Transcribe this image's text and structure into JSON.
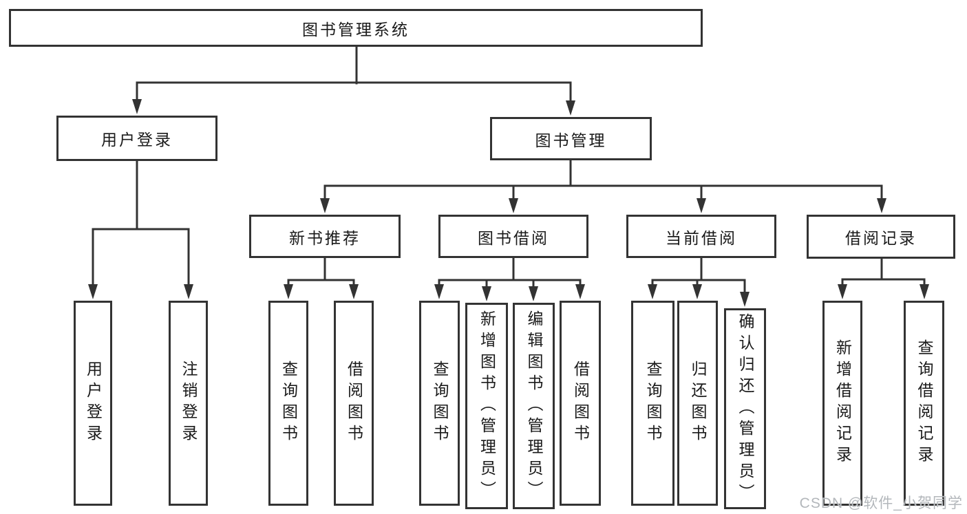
{
  "diagram": {
    "type": "hierarchy-tree",
    "title": "图书管理系统",
    "colors": {
      "line": "#333333",
      "box_border": "#333333",
      "box_background": "#ffffff",
      "text": "#1a1a1a",
      "watermark": "#b3b7bb"
    },
    "nodes": {
      "root": "图书管理系统",
      "user_login": "用户登录",
      "book_mgmt": "图书管理",
      "new_book_rec": "新书推荐",
      "book_borrow": "图书借阅",
      "current_borrow": "当前借阅",
      "borrow_records": "借阅记录",
      "login": "用户登录",
      "logout": "注销登录",
      "rec_query": "查询图书",
      "rec_borrow": "借阅图书",
      "bb_query": "查询图书",
      "bb_add": "新增图书（管理员）",
      "bb_edit": "编辑图书（管理员）",
      "bb_borrow": "借阅图书",
      "cb_query": "查询图书",
      "cb_return": "归还图书",
      "cb_confirm": "确认归还（管理员）",
      "br_add": "新增借阅记录",
      "br_query": "查询借阅记录"
    },
    "structure": {
      "图书管理系统": {
        "用户登录": [
          "用户登录",
          "注销登录"
        ],
        "图书管理": {
          "新书推荐": [
            "查询图书",
            "借阅图书"
          ],
          "图书借阅": [
            "查询图书",
            "新增图书（管理员）",
            "编辑图书（管理员）",
            "借阅图书"
          ],
          "当前借阅": [
            "查询图书",
            "归还图书",
            "确认归还（管理员）"
          ],
          "借阅记录": [
            "新增借阅记录",
            "查询借阅记录"
          ]
        }
      }
    },
    "watermark": "CSDN @软件_小贺同学"
  }
}
